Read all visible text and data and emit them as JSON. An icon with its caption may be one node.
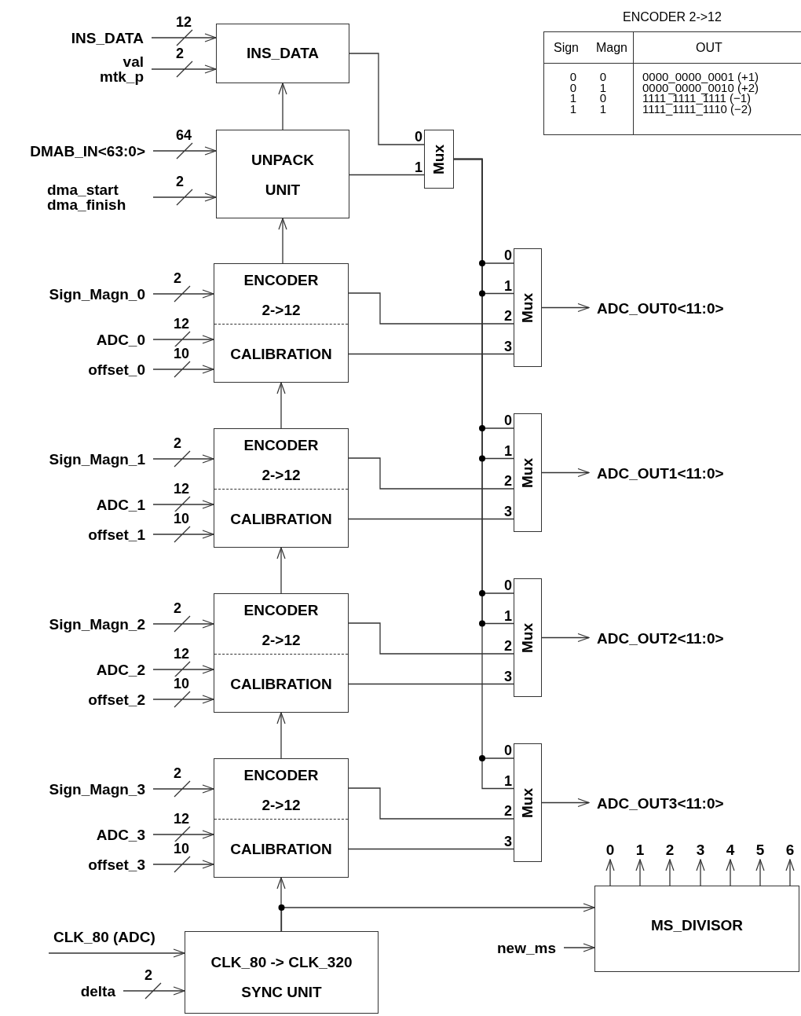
{
  "diagram": {
    "nodes": [
      {
        "text": [
          "INS_DATA"
        ]
      },
      {
        "text": [
          "UNPACK UNIT"
        ]
      },
      {
        "text": [
          "Mux"
        ],
        "beside": [
          "0",
          "1"
        ]
      },
      {
        "text": [
          "ENCODER 2->12",
          "CALIBRATION"
        ]
      },
      {
        "text": [
          "Mux"
        ],
        "beside": [
          "0",
          "1",
          "2",
          "3"
        ]
      },
      {
        "text": [
          "ADC_OUT0<11:0>"
        ]
      },
      {
        "text": [
          "ENCODER 2->12",
          "CALIBRATION"
        ]
      },
      {
        "text": [
          "Mux"
        ],
        "beside": [
          "0",
          "1",
          "2",
          "3"
        ]
      },
      {
        "text": [
          "ADC_OUT1<11:0>"
        ]
      },
      {
        "text": [
          "ENCODER 2->12",
          "CALIBRATION"
        ]
      },
      {
        "text": [
          "Mux"
        ],
        "beside": [
          "0",
          "1",
          "2",
          "3"
        ]
      },
      {
        "text": [
          "ADC_OUT2<11:0>"
        ]
      },
      {
        "text": [
          "ENCODER 2->12",
          "CALIBRATION"
        ]
      },
      {
        "text": [
          "Mux"
        ],
        "beside": [
          "0",
          "1",
          "2",
          "3"
        ]
      },
      {
        "text": [
          "ADC_OUT3<11:0>"
        ]
      },
      {
        "text": [
          "CLK_80 -> CLK_320",
          "SYNC UNIT"
        ]
      },
      {
        "text": [
          "MS_DIVISOR"
        ]
      },
      {
        "text": [
          "0"
        ]
      },
      {
        "text": [
          "1"
        ]
      },
      {
        "text": [
          "2"
        ]
      },
      {
        "text": [
          "3"
        ]
      },
      {
        "text": [
          "4"
        ]
      },
      {
        "text": [
          "5"
        ]
      },
      {
        "text": [
          "6"
        ]
      },
      {
        "text": [
          "INS_DATA"
        ]
      },
      {
        "text": [
          "val mtk_p"
        ]
      },
      {
        "text": [
          "DMAB_IN<63:0>"
        ]
      },
      {
        "text": [
          "dma_start dma_finish"
        ]
      },
      {
        "text": [
          "Sign_Magn_0"
        ]
      },
      {
        "text": [
          "ADC_0"
        ]
      },
      {
        "text": [
          "offset_0"
        ]
      },
      {
        "text": [
          "Sign_Magn_1"
        ]
      },
      {
        "text": [
          "ADC_1"
        ]
      },
      {
        "text": [
          "offset_1"
        ]
      },
      {
        "text": [
          "Sign_Magn_2"
        ]
      },
      {
        "text": [
          "ADC_2"
        ]
      },
      {
        "text": [
          "offset_2"
        ]
      },
      {
        "text": [
          "Sign_Magn_3"
        ]
      },
      {
        "text": [
          "ADC_3"
        ]
      },
      {
        "text": [
          "offset_3"
        ]
      },
      {
        "text": [
          "CLK_80 (ADC)"
        ]
      },
      {
        "text": [
          "delta"
        ]
      },
      {
        "text": [
          "new_ms"
        ]
      }
    ],
    "edges": [
      {
        "from": 24,
        "to": 0,
        "arrow": "to",
        "label": "12"
      },
      {
        "from": 25,
        "to": 0,
        "arrow": "to",
        "label": "2"
      },
      {
        "from": 26,
        "to": 1,
        "arrow": "to",
        "label": "64"
      },
      {
        "from": 27,
        "to": 1,
        "arrow": "to",
        "label": "2"
      },
      {
        "from": 1,
        "to": 0,
        "arrow": "to"
      },
      {
        "from": 0,
        "to": 2,
        "arrow": "none"
      },
      {
        "from": 1,
        "to": 2,
        "arrow": "none"
      },
      {
        "from": 3,
        "to": 1,
        "arrow": "to"
      },
      {
        "from": 2,
        "to": 4,
        "arrow": "none"
      },
      {
        "from": 3,
        "to": 4,
        "arrow": "none"
      },
      {
        "from": 3,
        "to": 4,
        "arrow": "none"
      },
      {
        "from": 4,
        "to": 5,
        "arrow": "to"
      },
      {
        "from": 28,
        "to": 3,
        "arrow": "to",
        "label": "2"
      },
      {
        "from": 29,
        "to": 3,
        "arrow": "to",
        "label": "12"
      },
      {
        "from": 30,
        "to": 3,
        "arrow": "to",
        "label": "10"
      },
      {
        "from": 6,
        "to": 3,
        "arrow": "to"
      },
      {
        "from": 2,
        "to": 7,
        "arrow": "none"
      },
      {
        "from": 6,
        "to": 7,
        "arrow": "none"
      },
      {
        "from": 6,
        "to": 7,
        "arrow": "none"
      },
      {
        "from": 7,
        "to": 8,
        "arrow": "to"
      },
      {
        "from": 31,
        "to": 6,
        "arrow": "to",
        "label": "2"
      },
      {
        "from": 32,
        "to": 6,
        "arrow": "to",
        "label": "12"
      },
      {
        "from": 33,
        "to": 6,
        "arrow": "to",
        "label": "10"
      },
      {
        "from": 9,
        "to": 6,
        "arrow": "to"
      },
      {
        "from": 2,
        "to": 10,
        "arrow": "none"
      },
      {
        "from": 9,
        "to": 10,
        "arrow": "none"
      },
      {
        "from": 9,
        "to": 10,
        "arrow": "none"
      },
      {
        "from": 10,
        "to": 11,
        "arrow": "to"
      },
      {
        "from": 34,
        "to": 9,
        "arrow": "to",
        "label": "2"
      },
      {
        "from": 35,
        "to": 9,
        "arrow": "to",
        "label": "12"
      },
      {
        "from": 36,
        "to": 9,
        "arrow": "to",
        "label": "10"
      },
      {
        "from": 12,
        "to": 9,
        "arrow": "to"
      },
      {
        "from": 2,
        "to": 13,
        "arrow": "none"
      },
      {
        "from": 12,
        "to": 13,
        "arrow": "none"
      },
      {
        "from": 12,
        "to": 13,
        "arrow": "none"
      },
      {
        "from": 13,
        "to": 14,
        "arrow": "to"
      },
      {
        "from": 37,
        "to": 12,
        "arrow": "to",
        "label": "2"
      },
      {
        "from": 38,
        "to": 12,
        "arrow": "to",
        "label": "12"
      },
      {
        "from": 39,
        "to": 12,
        "arrow": "to",
        "label": "10"
      },
      {
        "from": 15,
        "to": 12,
        "arrow": "to"
      },
      {
        "from": 15,
        "to": 16,
        "arrow": "to"
      },
      {
        "from": 42,
        "to": 16,
        "arrow": "to"
      },
      {
        "from": 16,
        "to": 17,
        "arrow": "to"
      },
      {
        "from": 16,
        "to": 18,
        "arrow": "to"
      },
      {
        "from": 16,
        "to": 19,
        "arrow": "to"
      },
      {
        "from": 16,
        "to": 20,
        "arrow": "to"
      },
      {
        "from": 16,
        "to": 21,
        "arrow": "to"
      },
      {
        "from": 16,
        "to": 22,
        "arrow": "to"
      },
      {
        "from": 16,
        "to": 23,
        "arrow": "to"
      },
      {
        "from": 40,
        "to": 15,
        "arrow": "to"
      },
      {
        "from": 41,
        "to": 15,
        "arrow": "to",
        "label": "2"
      }
    ],
    "labels": [
      "ENCODER 2->12",
      "Sign",
      "Magn",
      "OUT",
      "0",
      "0",
      "0000_0000_0001 (+1)",
      "0",
      "1",
      "0000_0000_0010 (+2)",
      "1",
      "0",
      "1111_1111_1111 (−1)",
      "1",
      "1",
      "1111_1111_1110 (−2)"
    ]
  }
}
